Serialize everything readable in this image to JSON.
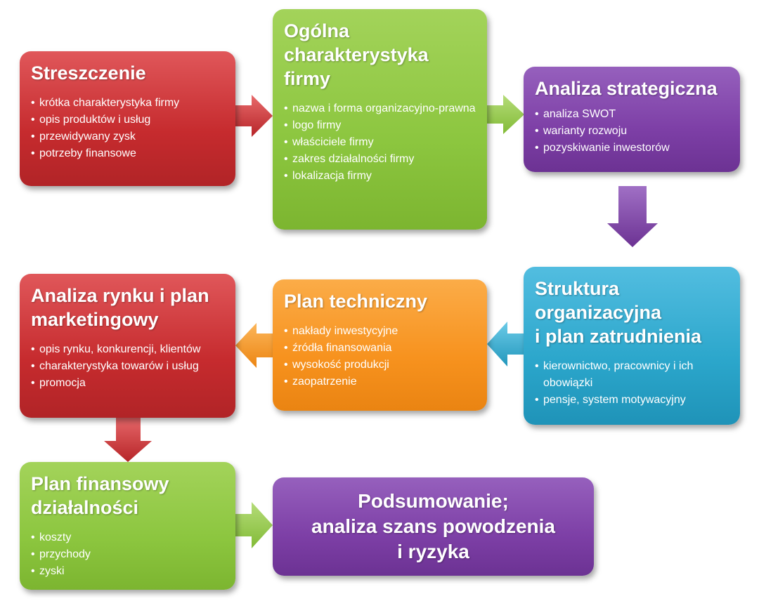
{
  "boxes": [
    {
      "title": "Streszczenie",
      "color": "#c62b2e",
      "items": [
        "krótka charakterystyka firmy",
        "opis produktów i usług",
        "przewidywany zysk",
        "potrzeby finansowe"
      ]
    },
    {
      "title": "Ogólna\ncharakterystyka\nfirmy",
      "color": "#8cc63f",
      "items": [
        "nazwa i forma organizacyjno-prawna",
        "logo firmy",
        "właściciele firmy",
        "zakres działalności firmy",
        "lokalizacja firmy"
      ]
    },
    {
      "title": "Analiza strategiczna",
      "color": "#7d3fa6",
      "items": [
        "analiza SWOT",
        "warianty rozwoju",
        "pozyskiwanie inwestorów"
      ]
    },
    {
      "title": "Struktura\norganizacyjna\ni plan zatrudnienia",
      "color": "#2ba6cb",
      "items": [
        "kierownictwo, pracownicy i ich obowiązki",
        "pensje, system motywacyjny"
      ]
    },
    {
      "title": "Plan techniczny",
      "color": "#f7921e",
      "items": [
        "nakłady inwestycyjne",
        "źródła finansowania",
        "wysokość produkcji",
        "zaopatrzenie"
      ]
    },
    {
      "title": "Analiza rynku i plan\nmarketingowy",
      "color": "#c62b2e",
      "items": [
        "opis rynku, konkurencji, klientów",
        "charakterystyka towarów i usług",
        "promocja"
      ]
    },
    {
      "title": "Plan finansowy\ndziałalności",
      "color": "#8cc63f",
      "items": [
        "koszty",
        "przychody",
        "zyski"
      ]
    },
    {
      "title": "Podsumowanie;\nanaliza szans powodzenia\ni ryzyka",
      "color": "#7d3fa6",
      "items": []
    }
  ]
}
